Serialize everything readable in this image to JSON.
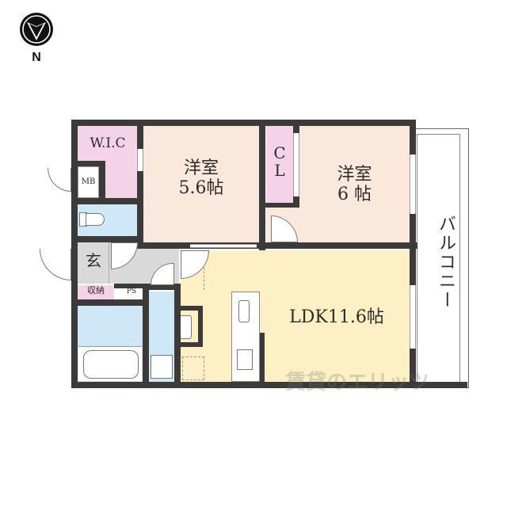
{
  "compass": {
    "icon": "north-arrow-icon",
    "label": "N"
  },
  "rooms": {
    "wic": {
      "label": "W.I.C",
      "color": "#f5d3e6"
    },
    "mb": {
      "label": "MB"
    },
    "western_room_1": {
      "label": "洋室",
      "size": "5.6帖",
      "color": "#fbe8dc"
    },
    "closet": {
      "label_line1": "C",
      "label_line2": "L",
      "color": "#f5d3e6"
    },
    "western_room_2": {
      "label": "洋室",
      "size": "6 帖",
      "color": "#fbe8dc"
    },
    "entrance": {
      "label": "玄",
      "color": "#d9d9d9"
    },
    "storage": {
      "label": "収納",
      "color": "#f5d3e6"
    },
    "ps": {
      "label": "PS"
    },
    "ldk": {
      "label": "LDK11.6帖",
      "color": "#fdf0c4"
    },
    "balcony": {
      "label": "バルコニー"
    },
    "toilet": {
      "color": "#cfe8f7"
    },
    "bathroom": {
      "color": "#cfe8f7"
    },
    "washroom": {
      "color": "#cfe8f7"
    }
  },
  "watermark": {
    "text": "賃貸のエリッツ"
  },
  "colors": {
    "wall": "#3d3a3a",
    "hall": "#d9d9d9"
  }
}
